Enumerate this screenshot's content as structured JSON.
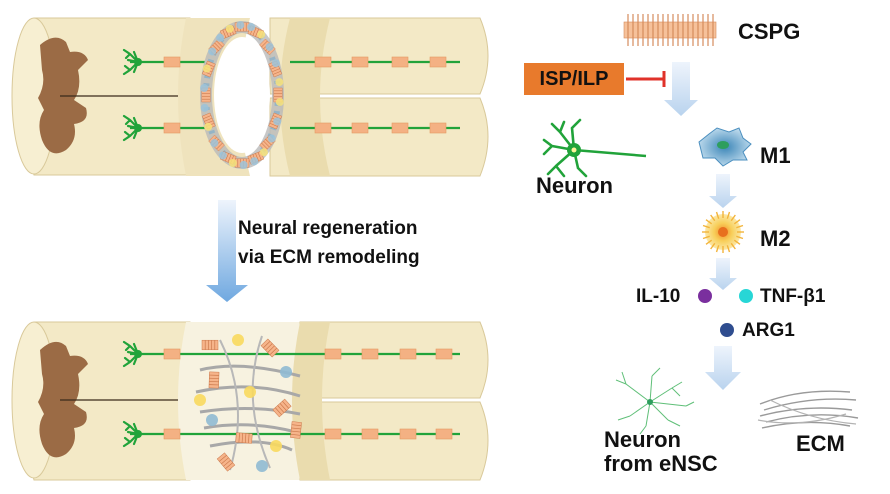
{
  "labels": {
    "cspg": "CSPG",
    "isp_ilp": "ISP/ILP",
    "neuron": "Neuron",
    "m1": "M1",
    "m2": "M2",
    "il10": "IL-10",
    "tnf": "TNF-β1",
    "arg1": "ARG1",
    "neuron_from_ensc_line1": "Neuron",
    "neuron_from_ensc_line2": "from eNSC",
    "ecm": "ECM",
    "regen_line1": "Neural regeneration",
    "regen_line2": "via ECM remodeling"
  },
  "colors": {
    "cord_fill": "#f3e9c6",
    "cord_shade": "#e8dbb0",
    "spinal_core": "#9b6b45",
    "axon": "#21a33a",
    "myelin": "#f4b183",
    "isp_box": "#e87a2c",
    "inhibit_line": "#e0322a",
    "flow_arrow": "#c9ddf2",
    "big_arrow_top": "#e7f0fb",
    "big_arrow_bottom": "#6fa8e0",
    "il10_dot": "#7a2f9e",
    "tnf_dot": "#27d6d6",
    "arg1_dot": "#2f4d8f",
    "m1_cell": "#6fa8c9",
    "m2_cell": "#f6c84a"
  },
  "icons": [
    "cspg-comb-icon",
    "inhibit-arrow-icon",
    "neuron-icon",
    "m1-macrophage-icon",
    "m2-macrophage-icon",
    "ensc-neuron-icon",
    "ecm-fibers-icon",
    "spinal-cord-icon"
  ]
}
